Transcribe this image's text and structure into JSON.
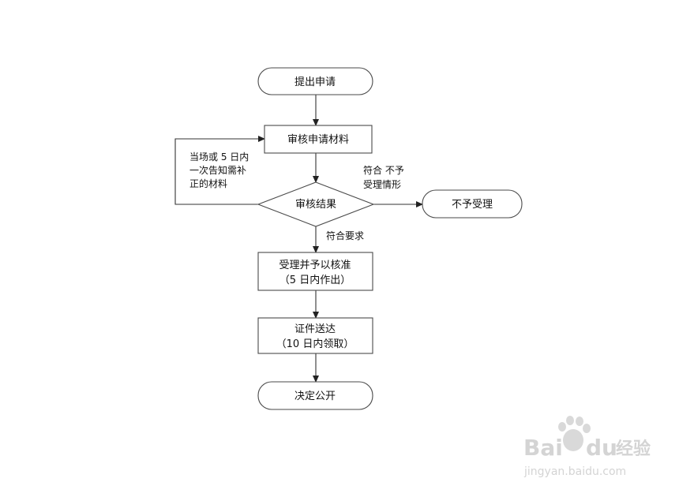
{
  "nodes": {
    "start": "提出申请",
    "review_materials": "审核申请材料",
    "review_result": "审核结果",
    "reject": "不予受理",
    "accept_line1": "受理并予以核准",
    "accept_line2": "（5 日内作出）",
    "deliver_line1": "证件送达",
    "deliver_line2": "（10 日内领取）",
    "end": "决定公开"
  },
  "edges": {
    "supplement_line1": "当场或 5 日内",
    "supplement_line2": "一次告知需补",
    "supplement_line3": "正的材料",
    "reject_line1": "符合 不予",
    "reject_line2": "受理情形",
    "accept": "符合要求"
  },
  "watermark": {
    "brand_latin_1": "Bai",
    "brand_latin_2": "du",
    "brand_cn": "经验",
    "site": "jingyan.baidu.com"
  }
}
